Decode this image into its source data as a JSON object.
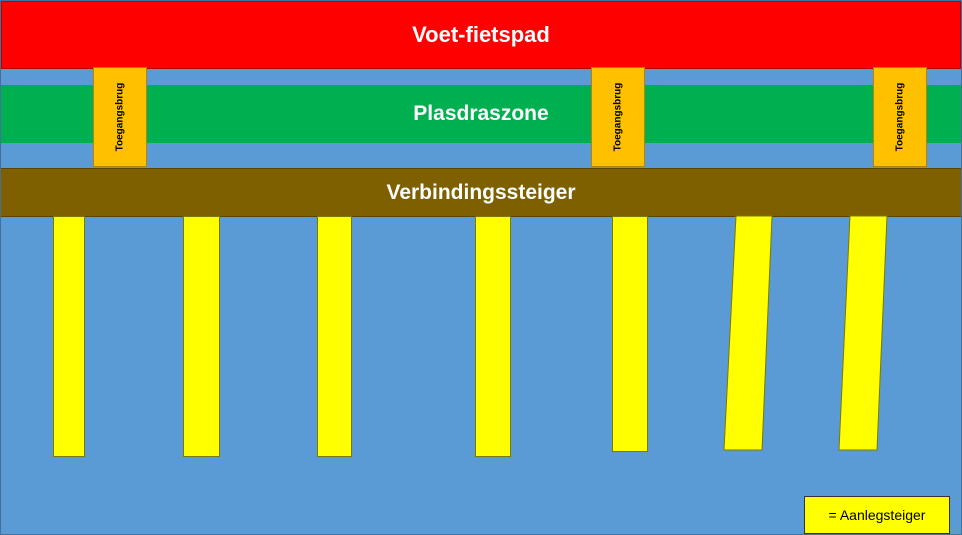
{
  "labels": {
    "path": "Voet-fietspad",
    "zone": "Plasdraszone",
    "boardwalk": "Verbindingssteiger",
    "bridge": "Toegangsbrug",
    "legend": "= Aanlegsteiger"
  },
  "colors": {
    "path": "#ff0000",
    "zone": "#00b050",
    "boardwalk": "#7f6000",
    "bridge": "#ffc000",
    "jetty": "#ffff00",
    "water": "#5b9bd5"
  },
  "counts": {
    "bridges": 3,
    "jetties": 7
  }
}
